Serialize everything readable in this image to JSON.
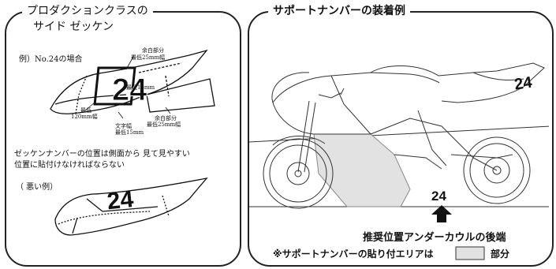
{
  "left_panel": {
    "title_line1": "プロダクションクラスの",
    "title_line2": "サイド ゼッケン",
    "example_label": "例）No.24の場合",
    "number": "24",
    "margin_top_line1": "余白部分",
    "margin_top_line2": "最低25mm幅",
    "min_15": "最低15mm",
    "min_120_line1": "最低",
    "min_120_line2": "120mm幅",
    "char_width_line1": "文字幅",
    "char_width_line2": "最低15mm",
    "margin_right_line1": "余白部分",
    "margin_right_line2": "最低25mm幅",
    "note_line1": "ゼッケンナンバーの位置は側面から 見て見やすい",
    "note_line2": "位置に貼付けなければならない",
    "bad_example_label": "（ 悪い例）",
    "bad_number": "24"
  },
  "right_panel": {
    "title": "サポートナンバーの装着例",
    "tail_number": "24",
    "support_number": "24",
    "caption_line1": "推奨位置アンダーカウルの後端",
    "caption_line2_prefix": "※サポートナンバーの貼り付エリアは",
    "caption_line2_suffix": "部分",
    "highlight_color": "#e2e2e2"
  }
}
